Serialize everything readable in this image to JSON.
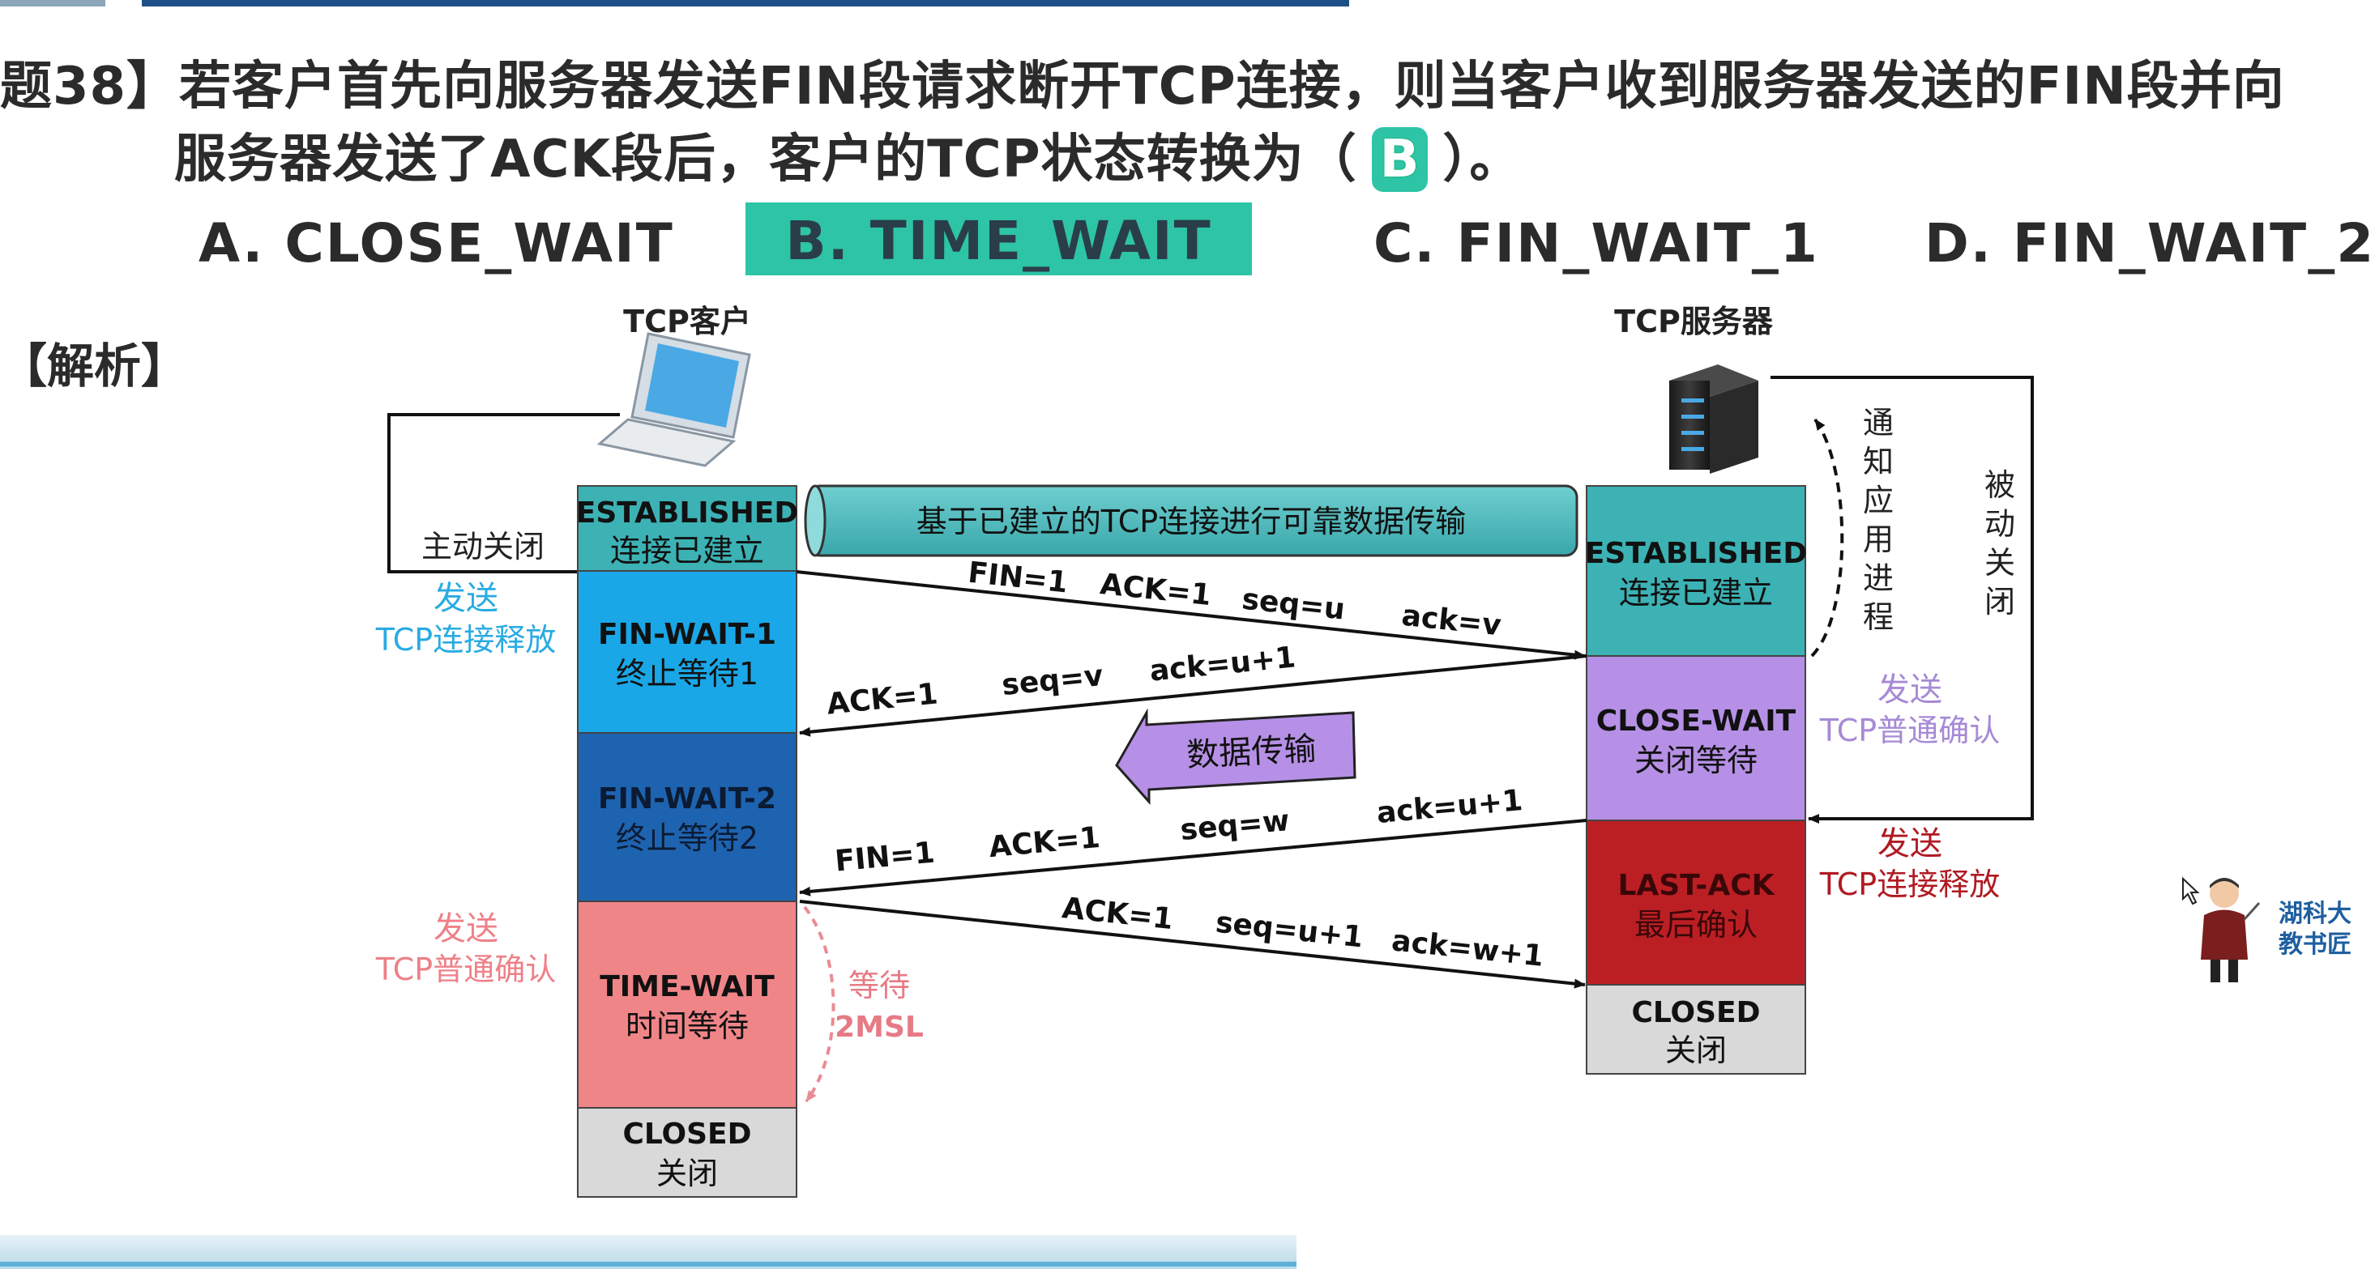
{
  "question": {
    "line1": "题38】若客户首先向服务器发送FIN段请求断开TCP连接，则当客户收到服务器发送的FIN段并向",
    "line2_prefix": "服务器发送了ACK段后，客户的TCP状态转换为（",
    "answer": "B",
    "line2_suffix": "）。"
  },
  "options": {
    "a": "A. CLOSE_WAIT",
    "b": "B. TIME_WAIT",
    "c": "C. FIN_WAIT_1",
    "d": "D. FIN_WAIT_2"
  },
  "analysis_label": "【解析】",
  "diagram": {
    "client_title": "TCP客户",
    "server_title": "TCP服务器",
    "active_close": "主动关闭",
    "passive_close": [
      "被",
      "动",
      "关",
      "闭"
    ],
    "notify_app": [
      "通",
      "知",
      "应",
      "用",
      "进",
      "程"
    ],
    "pipe_label": "基于已建立的TCP连接进行可靠数据传输",
    "data_transfer": "数据传输",
    "wait_2msl": [
      "等待",
      "2MSL"
    ],
    "client_states": [
      {
        "name": "ESTABLISHED",
        "desc": "连接已建立"
      },
      {
        "name": "FIN-WAIT-1",
        "desc": "终止等待1"
      },
      {
        "name": "FIN-WAIT-2",
        "desc": "终止等待2"
      },
      {
        "name": "TIME-WAIT",
        "desc": "时间等待"
      },
      {
        "name": "CLOSED",
        "desc": "关闭"
      }
    ],
    "server_states": [
      {
        "name": "ESTABLISHED",
        "desc": "连接已建立"
      },
      {
        "name": "CLOSE-WAIT",
        "desc": "关闭等待"
      },
      {
        "name": "LAST-ACK",
        "desc": "最后确认"
      },
      {
        "name": "CLOSED",
        "desc": "关闭"
      }
    ],
    "side_labels": {
      "client_send_release": [
        "发送",
        "TCP连接释放"
      ],
      "client_send_ack": [
        "发送",
        "TCP普通确认"
      ],
      "server_send_ack": [
        "发送",
        "TCP普通确认"
      ],
      "server_send_release": [
        "发送",
        "TCP连接释放"
      ]
    },
    "segments": {
      "seg1": [
        "FIN=1",
        "ACK=1",
        "seq=u",
        "ack=v"
      ],
      "seg2": [
        "ACK=1",
        "seq=v",
        "ack=u+1"
      ],
      "seg3": [
        "FIN=1",
        "ACK=1",
        "seq=w",
        "ack=u+1"
      ],
      "seg4": [
        "ACK=1",
        "seq=u+1",
        "ack=w+1"
      ]
    }
  },
  "brand": [
    "湖科大",
    "教书匠"
  ],
  "colors": {
    "accent": "#2ec4a6",
    "established": "#3cb2b5",
    "fin_wait_1": "#1aa7e8",
    "fin_wait_2": "#1e63b0",
    "time_wait": "#f08588",
    "closed": "#d9d9d9",
    "close_wait": "#b690e6",
    "last_ack": "#bb1f24"
  }
}
